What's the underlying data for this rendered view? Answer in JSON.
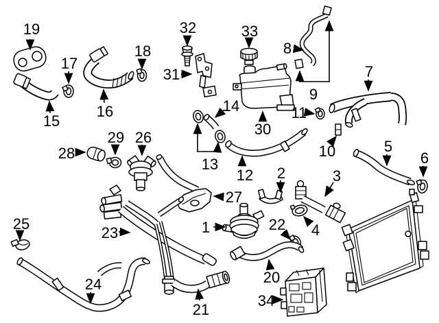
{
  "figure": {
    "type": "automotive-parts-line-diagram",
    "background_color": "#ffffff",
    "line_color": "#000000"
  },
  "callouts": {
    "c1": "1",
    "c2": "2",
    "c3": "3",
    "c4": "4",
    "c5": "5",
    "c6": "6",
    "c7": "7",
    "c8": "8",
    "c9": "9",
    "c10": "10",
    "c11": "11",
    "c12": "12",
    "c13": "13",
    "c14": "14",
    "c15": "15",
    "c16": "16",
    "c17": "17",
    "c18": "18",
    "c19": "19",
    "c20": "20",
    "c21": "21",
    "c22": "22",
    "c23": "23",
    "c24": "24",
    "c25": "25",
    "c26": "26",
    "c27": "27",
    "c28": "28",
    "c29": "29",
    "c30": "30",
    "c31": "31",
    "c32": "32",
    "c33": "33",
    "c34": "34"
  }
}
